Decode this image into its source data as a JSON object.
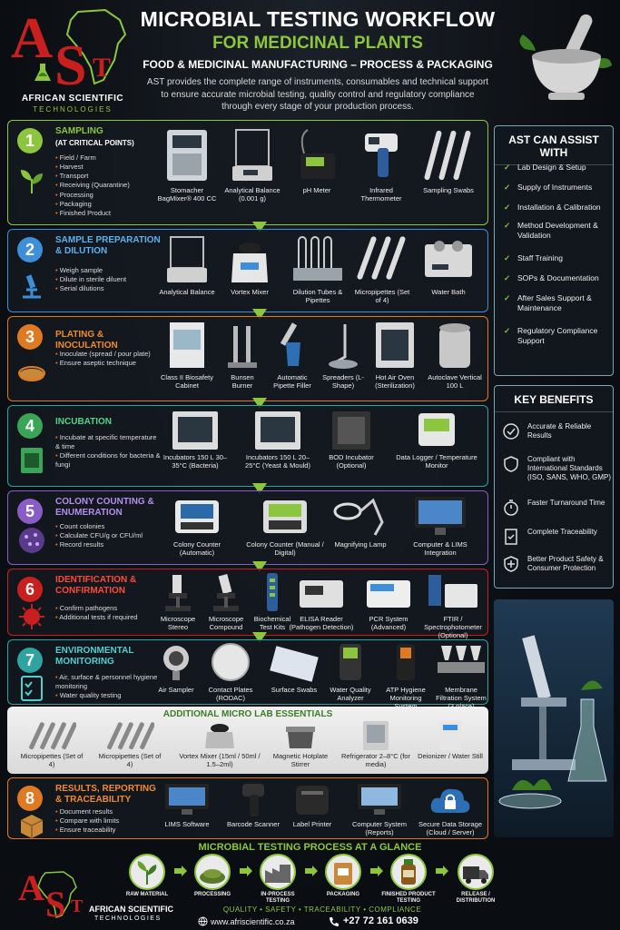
{
  "header": {
    "logo_letters": {
      "a": "A",
      "s": "S",
      "t": "T"
    },
    "company_name": "AFRICAN SCIENTIFIC",
    "company_sub": "TECHNOLOGIES",
    "title_line1": "MICROBIAL TESTING WORKFLOW",
    "title_line2": "FOR MEDICINAL PLANTS",
    "title_line3": "FOOD & MEDICINAL MANUFACTURING – PROCESS & PACKAGING",
    "intro": "AST provides the complete range of instruments, consumables and technical support to ensure accurate microbial testing, quality control and regulatory compliance through every stage of your production process."
  },
  "colors": {
    "green": "#8cc63f",
    "blue": "#3c8fd8",
    "orange": "#e07a22",
    "teal": "#2fa3a0",
    "purple": "#8a5cc7",
    "red": "#c8201e"
  },
  "stages": [
    {
      "num": "1",
      "title": "SAMPLING",
      "subtitle": "(AT CRITICAL POINTS)",
      "bullets": [
        "Field / Farm",
        "Harvest",
        "Transport",
        "Receiving (Quarantine)",
        "Processing",
        "Packaging",
        "Finished Product"
      ],
      "items": [
        "Stomacher BagMixer® 400 CC",
        "Analytical Balance (0.001 g)",
        "pH Meter",
        "Infrared Thermometer",
        "Sampling Swabs"
      ]
    },
    {
      "num": "2",
      "title": "SAMPLE PREPARATION & DILUTION",
      "bullets": [
        "Weigh sample",
        "Dilute in sterile diluent",
        "Serial dilutions"
      ],
      "items": [
        "Analytical Balance",
        "Vortex Mixer",
        "Dilution Tubes & Pipettes",
        "Micropipettes (Set of 4)",
        "Water Bath"
      ]
    },
    {
      "num": "3",
      "title": "PLATING & INOCULATION",
      "bullets": [
        "Inoculate (spread / pour plate)",
        "Ensure aseptic technique"
      ],
      "items": [
        "Class II Biosafety Cabinet",
        "Bunsen Burner",
        "Automatic Pipette Filler",
        "Spreaders (L-Shape)",
        "Hot Air Oven (Sterilization)",
        "Autoclave Vertical 100 L"
      ]
    },
    {
      "num": "4",
      "title": "INCUBATION",
      "bullets": [
        "Incubate at specific temperature & time",
        "Different conditions for bacteria & fungi"
      ],
      "items": [
        "Incubators 150 L 30–35°C (Bacteria)",
        "Incubators 150 L 20–25°C (Yeast & Mould)",
        "BOD Incubator (Optional)",
        "Data Logger / Temperature Monitor"
      ]
    },
    {
      "num": "5",
      "title": "COLONY COUNTING & ENUMERATION",
      "bullets": [
        "Count colonies",
        "Calculate CFU/g or CFU/ml",
        "Record results"
      ],
      "items": [
        "Colony Counter (Automatic)",
        "Colony Counter (Manual / Digital)",
        "Magnifying Lamp",
        "Computer & LIMS Integration"
      ]
    },
    {
      "num": "6",
      "title": "IDENTIFICATION & CONFIRMATION",
      "bullets": [
        "Confirm pathogens",
        "Additional tests if required"
      ],
      "items": [
        "Microscope Stereo",
        "Microscope Compound",
        "Biochemical Test Kits",
        "ELISA Reader (Pathogen Detection)",
        "PCR System (Advanced)",
        "FTIR / Spectrophotometer (Optional)"
      ]
    },
    {
      "num": "7",
      "title": "ENVIRONMENTAL MONITORING",
      "bullets": [
        "Air, surface & personnel hygiene monitoring",
        "Water quality testing"
      ],
      "items": [
        "Air Sampler",
        "Contact Plates (RODAC)",
        "Surface Swabs",
        "Water Quality Analyzer",
        "ATP Hygiene Monitoring System",
        "Membrane Filtration System (3 place)"
      ]
    },
    {
      "num": "8",
      "title": "RESULTS, REPORTING & TRACEABILITY",
      "bullets": [
        "Document results",
        "Compare with limits",
        "Ensure traceability"
      ],
      "items": [
        "LIMS Software",
        "Barcode Scanner",
        "Label Printer",
        "Computer System (Reports)",
        "Secure Data Storage (Cloud / Server)"
      ]
    }
  ],
  "essentials": {
    "title": "ADDITIONAL MICRO LAB ESSENTIALS",
    "items": [
      "Micropipettes (Set of 4)",
      "Micropipettes (Set of 4)",
      "Vortex Mixer (15ml / 50ml / 1.5–2ml)",
      "Magnetic Hotplate Stirrer",
      "Refrigerator 2–8°C (for media)",
      "Deionizer / Water Still"
    ]
  },
  "assist": {
    "title": "AST CAN ASSIST WITH",
    "items": [
      "Lab Design & Setup",
      "Supply of Instruments",
      "Installation & Calibration",
      "Method Development & Validation",
      "Staff Training",
      "SOPs & Documentation",
      "After Sales Support & Maintenance",
      "Regulatory Compliance Support"
    ]
  },
  "benefits": {
    "title": "KEY BENEFITS",
    "items": [
      "Accurate & Reliable Results",
      "Compliant with International Standards (ISO, SANS, WHO, GMP)",
      "Faster Turnaround Time",
      "Complete Traceability",
      "Better Product Safety & Consumer Protection"
    ]
  },
  "glance": {
    "title": "MICROBIAL TESTING PROCESS AT A GLANCE",
    "steps": [
      "RAW MATERIAL",
      "PROCESSING",
      "IN-PROCESS TESTING",
      "PACKAGING",
      "FINISHED PRODUCT TESTING",
      "RELEASE / DISTRIBUTION"
    ]
  },
  "footer": {
    "tagline": "QUALITY  •  SAFETY  •  TRACEABILITY  •  COMPLIANCE",
    "website": "www.afriscientific.co.za",
    "phone": "+27 72 161 0639"
  }
}
